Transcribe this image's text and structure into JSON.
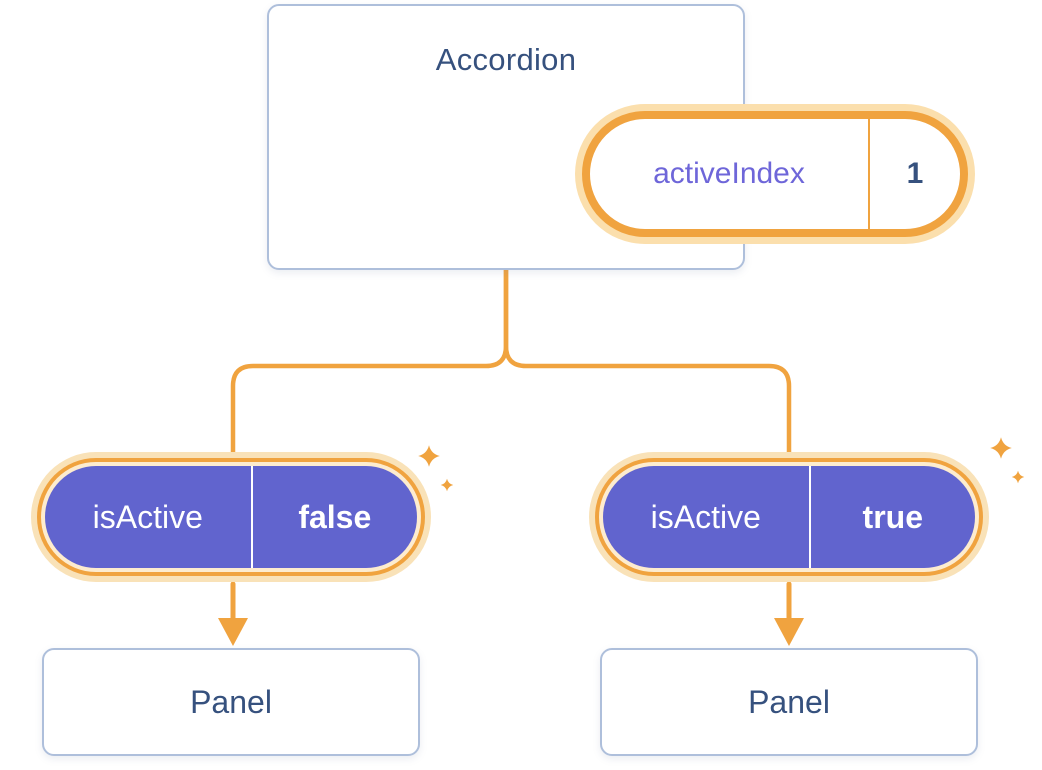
{
  "diagram": {
    "root": {
      "title": "Accordion",
      "state": {
        "label": "activeIndex",
        "value": "1"
      }
    },
    "children": [
      {
        "prop": {
          "label": "isActive",
          "value": "false"
        },
        "node": {
          "title": "Panel"
        }
      },
      {
        "prop": {
          "label": "isActive",
          "value": "true"
        },
        "node": {
          "title": "Panel"
        }
      }
    ],
    "colors": {
      "accent_orange": "#F0A33F",
      "halo_orange": "#FBDFAD",
      "pill_purple": "#6164CE",
      "card_border": "#AEBFDB",
      "text_navy": "#36517E",
      "label_purple": "#6E66D9",
      "background": "#FFFFFF"
    }
  }
}
